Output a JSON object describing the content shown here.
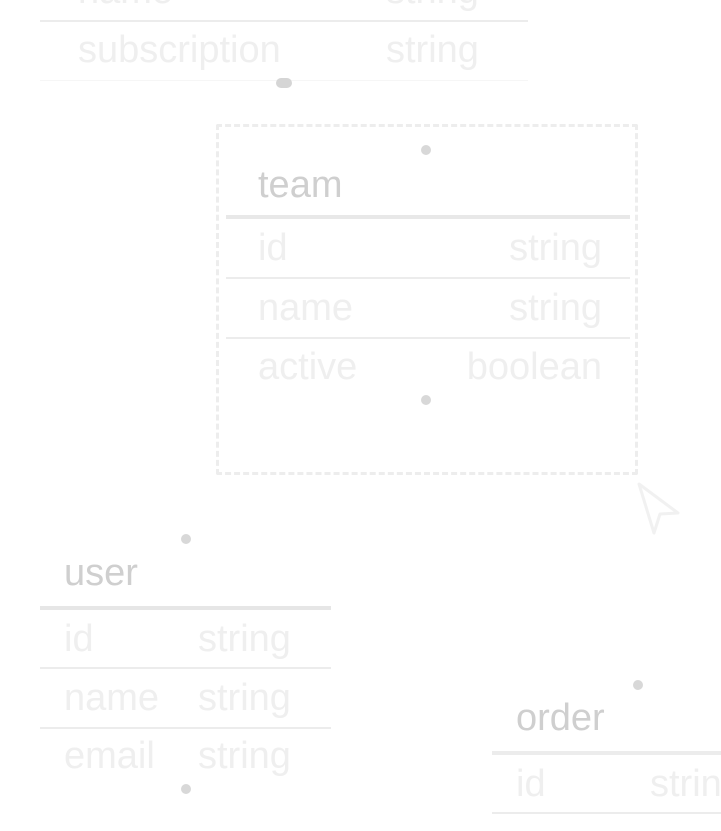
{
  "diagram": {
    "tables": [
      {
        "id": "top-partial",
        "title": "",
        "rows": [
          {
            "name": "name",
            "type": "string"
          },
          {
            "name": "subscription",
            "type": "string"
          }
        ]
      },
      {
        "id": "team",
        "title": "team",
        "rows": [
          {
            "name": "id",
            "type": "string"
          },
          {
            "name": "name",
            "type": "string"
          },
          {
            "name": "active",
            "type": "boolean"
          }
        ]
      },
      {
        "id": "user",
        "title": "user",
        "rows": [
          {
            "name": "id",
            "type": "string"
          },
          {
            "name": "name",
            "type": "string"
          },
          {
            "name": "email",
            "type": "string"
          }
        ]
      },
      {
        "id": "order",
        "title": "order",
        "rows": [
          {
            "name": "id",
            "type": "string"
          }
        ]
      }
    ]
  },
  "cursor": {
    "icon": "pointer-arrow-icon"
  },
  "colors": {
    "title_text": "#cfcfcf",
    "row_text": "#efefef",
    "divider": "#ececec",
    "handle_dot": "#d8d8d8",
    "selection_border": "#ededed"
  }
}
